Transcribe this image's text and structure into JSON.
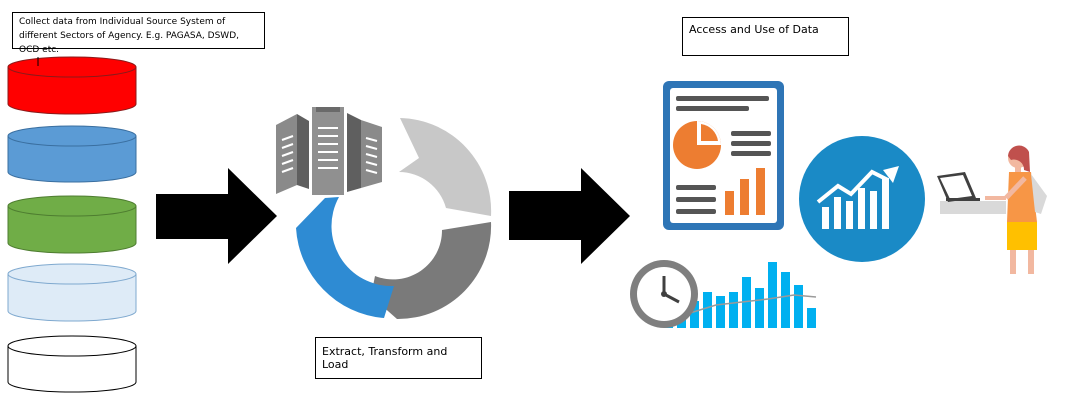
{
  "labels": {
    "collect": "Collect data from Individual Source System of different Sectors of Agency. E.g. PAGASA, DSWD, OCD etc.",
    "access": "Access and Use of Data",
    "etl": "Extract, Transform and Load"
  },
  "colors": {
    "db_red": "#ff0000",
    "db_blue": "#5b9bd5",
    "db_green": "#70ad47",
    "db_lightblue": "#deebf7",
    "db_white": "#ffffff",
    "arrow": "#000000",
    "etl_blue": "#2e8bd3",
    "etl_gray_light": "#c8c8c8",
    "etl_gray_dark": "#7a7a7a",
    "report_border": "#2e75b6",
    "chart_orange": "#ed7d31",
    "circle_blue": "#1a8ac6",
    "bars_cyan": "#00b0f0"
  },
  "icons": [
    "database-icon",
    "arrow-right-icon",
    "server-icon",
    "cycle-icon",
    "report-icon",
    "growth-chart-icon",
    "clock-icon",
    "bar-chart-icon",
    "person-laptop-icon"
  ]
}
